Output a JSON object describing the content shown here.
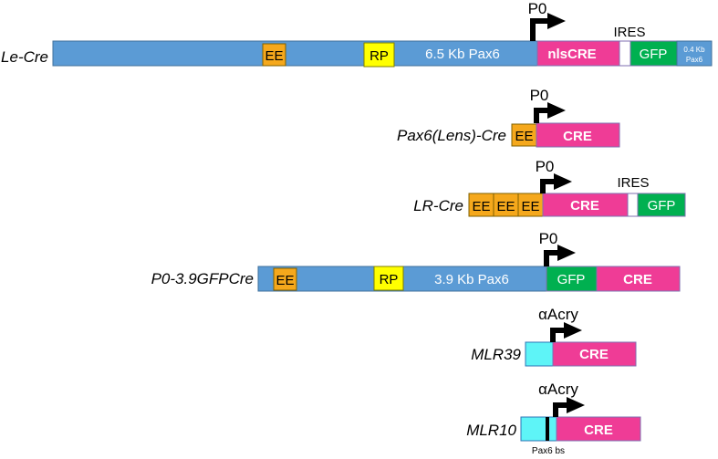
{
  "colors": {
    "blue": "#5b9bd5",
    "orange": "#f5a81c",
    "yellow": "#ffff00",
    "magenta": "#ef3c96",
    "green": "#00b050",
    "cyan": "#5ef4f7",
    "outline": "#7f6fb0"
  },
  "constructs": {
    "le_cre": {
      "name": "Le-Cre",
      "ee": "EE",
      "rp": "RP",
      "pax6": "6.5 Kb Pax6",
      "promoter": "P0",
      "cre": "nlsCRE",
      "ires": "IRES",
      "gfp": "GFP",
      "tail_line1": "0.4 Kb",
      "tail_line2": "Pax6"
    },
    "pax6_lens_cre": {
      "name": "Pax6(Lens)-Cre",
      "promoter": "P0",
      "ee": "EE",
      "cre": "CRE"
    },
    "lr_cre": {
      "name": "LR-Cre",
      "promoter": "P0",
      "ee1": "EE",
      "ee2": "EE",
      "ee3": "EE",
      "cre": "CRE",
      "ires": "IRES",
      "gfp": "GFP"
    },
    "p0_gfpcre": {
      "name": "P0-3.9GFPCre",
      "ee": "EE",
      "rp": "RP",
      "pax6": "3.9 Kb Pax6",
      "promoter": "P0",
      "gfp": "GFP",
      "cre": "CRE"
    },
    "mlr39": {
      "name": "MLR39",
      "promoter": "αAcry",
      "cre": "CRE"
    },
    "mlr10": {
      "name": "MLR10",
      "promoter": "αAcry",
      "cre": "CRE",
      "bs_label": "Pax6 bs"
    }
  }
}
